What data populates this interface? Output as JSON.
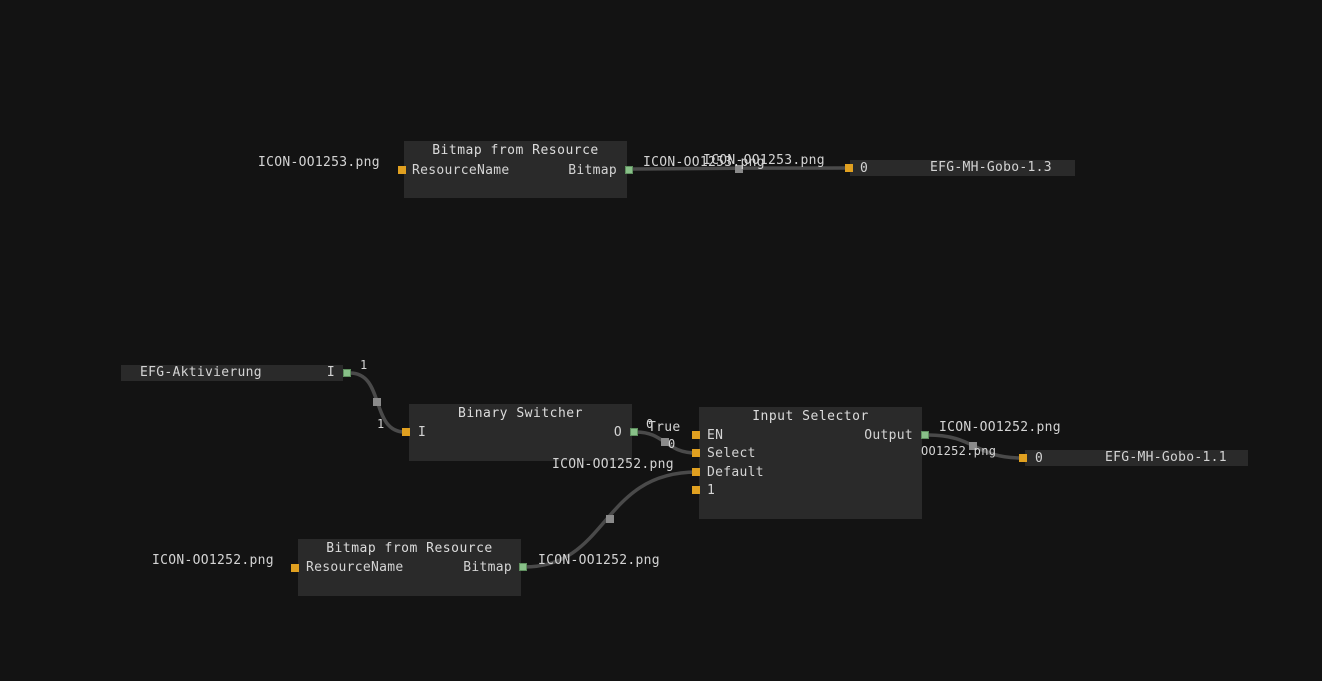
{
  "nodes": {
    "bitmap_top": {
      "title": "Bitmap from Resource",
      "input": "ResourceName",
      "output": "Bitmap",
      "param": "ICON-OO1253.png",
      "out_value": "ICON-OO1253.png"
    },
    "gobo_13": {
      "input": "0",
      "name": "EFG-MH-Gobo-1.3",
      "in_value": "ICON-OO1253.png"
    },
    "aktivierung": {
      "name": "EFG-Aktivierung",
      "output": "I",
      "out_value": "1"
    },
    "binary_switcher": {
      "title": "Binary Switcher",
      "input": "I",
      "output": "O",
      "in_value": "1",
      "out_value": "0"
    },
    "input_selector": {
      "title": "Input Selector",
      "inputs": [
        "EN",
        "Select",
        "Default",
        "1"
      ],
      "output": "Output",
      "true_label": "True",
      "select_value": "0",
      "default_value": "ICON-OO1252.png",
      "out_value": "ICON-OO1252.png"
    },
    "gobo_11": {
      "input": "0",
      "name": "EFG-MH-Gobo-1.1",
      "in_value": "OO1252.png"
    },
    "bitmap_bottom": {
      "title": "Bitmap from Resource",
      "input": "ResourceName",
      "output": "Bitmap",
      "param": "ICON-OO1252.png",
      "out_value": "ICON-OO1252.png"
    }
  }
}
